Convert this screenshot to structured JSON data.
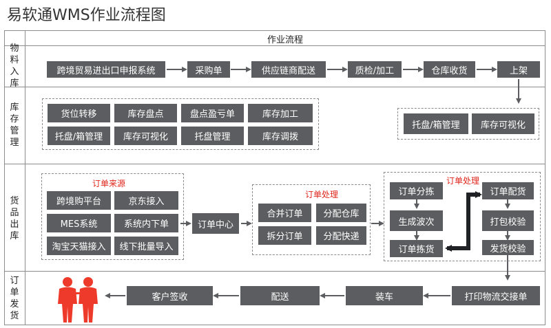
{
  "title": "易软通WMS作业流程图",
  "header": "作业流程",
  "rows": {
    "inbound": [
      "物",
      "料",
      "入",
      "库"
    ],
    "inventory": [
      "库",
      "存",
      "管",
      "理"
    ],
    "outbound": [
      "货",
      "品",
      "出",
      "库"
    ],
    "shipping": [
      "订",
      "单",
      "发",
      "货"
    ]
  },
  "inbound_flow": [
    "跨境贸易进出口申报系统",
    "采购单",
    "供应链商配送",
    "质检/加工",
    "仓库收货",
    "上架"
  ],
  "inventory_mgmt": [
    "货位转移",
    "库存盘点",
    "盘点盈亏单",
    "库存加工",
    "托盘/箱管理",
    "库存可视化",
    "托盘管理",
    "库存调拨"
  ],
  "inventory_right": [
    "托盘/箱管理",
    "库存可视化"
  ],
  "order_source": {
    "label": "订单来源",
    "items": [
      "跨境购平台",
      "京东接入",
      "MES系统",
      "系统内下单",
      "淘宝天猫接入",
      "线下批量导入"
    ]
  },
  "order_center": "订单中心",
  "order_process1": {
    "label": "订单处理",
    "items": [
      "合并订单",
      "分配仓库",
      "拆分订单",
      "分配快递"
    ]
  },
  "order_process2": {
    "label": "订单处理",
    "left": [
      "订单分拣",
      "生成波次",
      "订单拣货"
    ],
    "right": [
      "订单配货",
      "打包校验",
      "发货校验"
    ]
  },
  "shipping_flow": [
    "打印物流交接单",
    "装车",
    "配送",
    "客户签收"
  ],
  "colors": {
    "box": "#5c5d60",
    "red_label": "#e0241b",
    "people": "#ee3a2b"
  }
}
